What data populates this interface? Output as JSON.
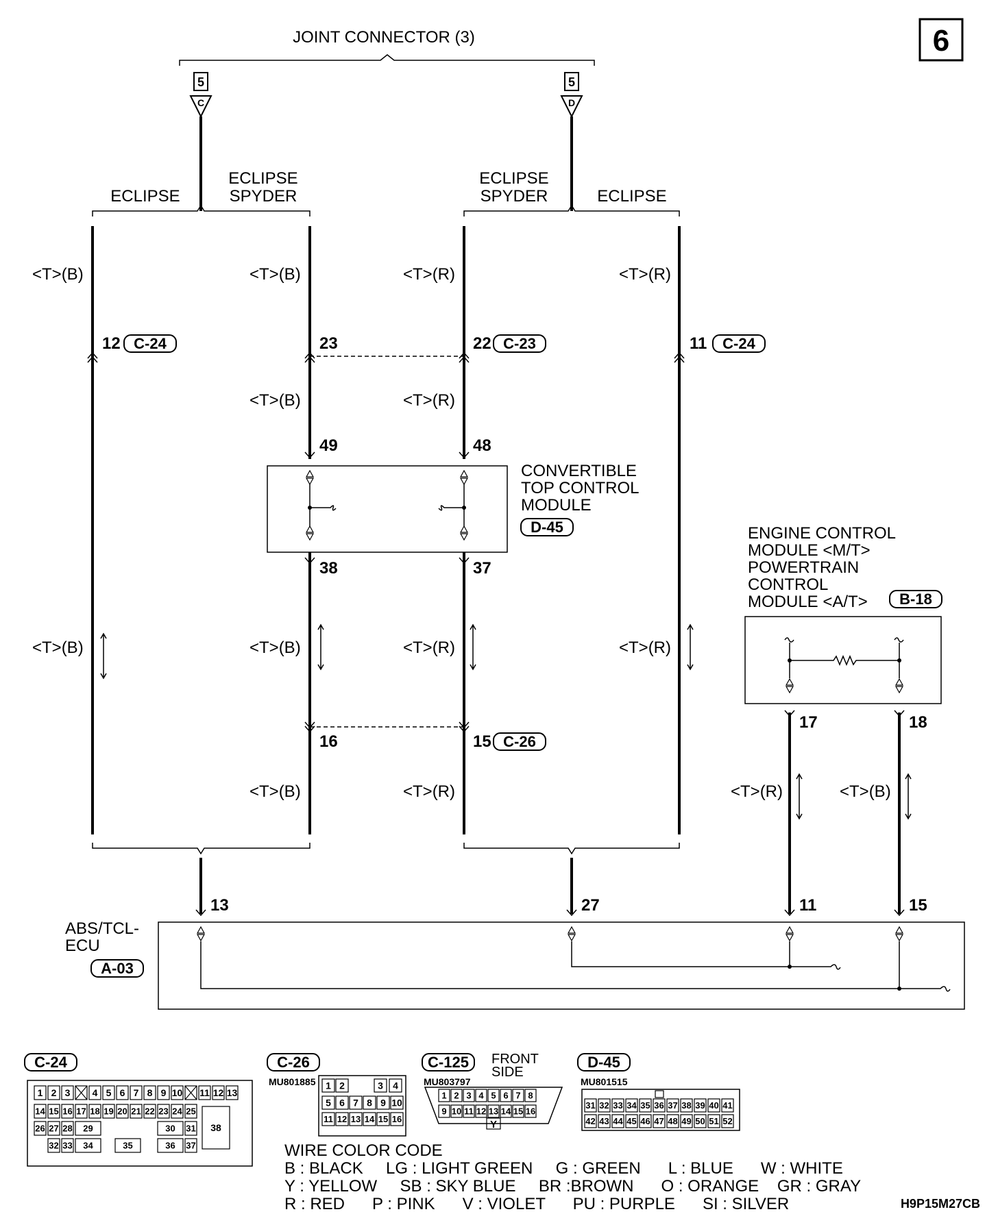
{
  "page_number": "6",
  "joint_connector": {
    "label": "JOINT CONNECTOR (3)",
    "left_code": "5",
    "left_letter": "C",
    "right_code": "5",
    "right_letter": "D"
  },
  "variants": {
    "eclipse": "ECLIPSE",
    "spyder_line1": "ECLIPSE",
    "spyder_line2": "SPYDER"
  },
  "wire_labels": {
    "tb": "<T>(B)",
    "tr": "<T>(R)"
  },
  "pins": {
    "p12": "12",
    "p23": "23",
    "p22": "22",
    "p11": "11",
    "p49": "49",
    "p48": "48",
    "p38": "38",
    "p37": "37",
    "p16": "16",
    "p15": "15",
    "p17": "17",
    "p18": "18",
    "p13": "13",
    "p27": "27",
    "p11b": "11",
    "p15b": "15"
  },
  "connectors": {
    "c24": "C-24",
    "c23": "C-23",
    "c26": "C-26",
    "d45": "D-45",
    "b18": "B-18",
    "a03": "A-03",
    "c125": "C-125"
  },
  "convertible_module": {
    "line1": "CONVERTIBLE",
    "line2": "TOP CONTROL",
    "line3": "MODULE"
  },
  "engine_module": {
    "line1": "ENGINE CONTROL",
    "line2": "MODULE <M/T>",
    "line3": "POWERTRAIN",
    "line4": "CONTROL",
    "line5": "MODULE <A/T>"
  },
  "abs_ecu": {
    "line1": "ABS/TCL-",
    "line2": "ECU"
  },
  "connector_views": {
    "c26_part": "MU801885",
    "c125_part": "MU803797",
    "d45_part": "MU801515",
    "front_side_line1": "FRONT",
    "front_side_line2": "SIDE",
    "c125_key": "Y"
  },
  "wire_color_code": {
    "title": "WIRE COLOR CODE",
    "row1": "B : BLACK     LG : LIGHT GREEN     G : GREEN      L : BLUE      W : WHITE",
    "row2": "Y : YELLOW     SB : SKY BLUE     BR :BROWN      O : ORANGE    GR : GRAY",
    "row3": "R : RED      P : PINK      V : VIOLET      PU : PURPLE      SI : SILVER"
  },
  "figure_code": "H9P15M27CB"
}
